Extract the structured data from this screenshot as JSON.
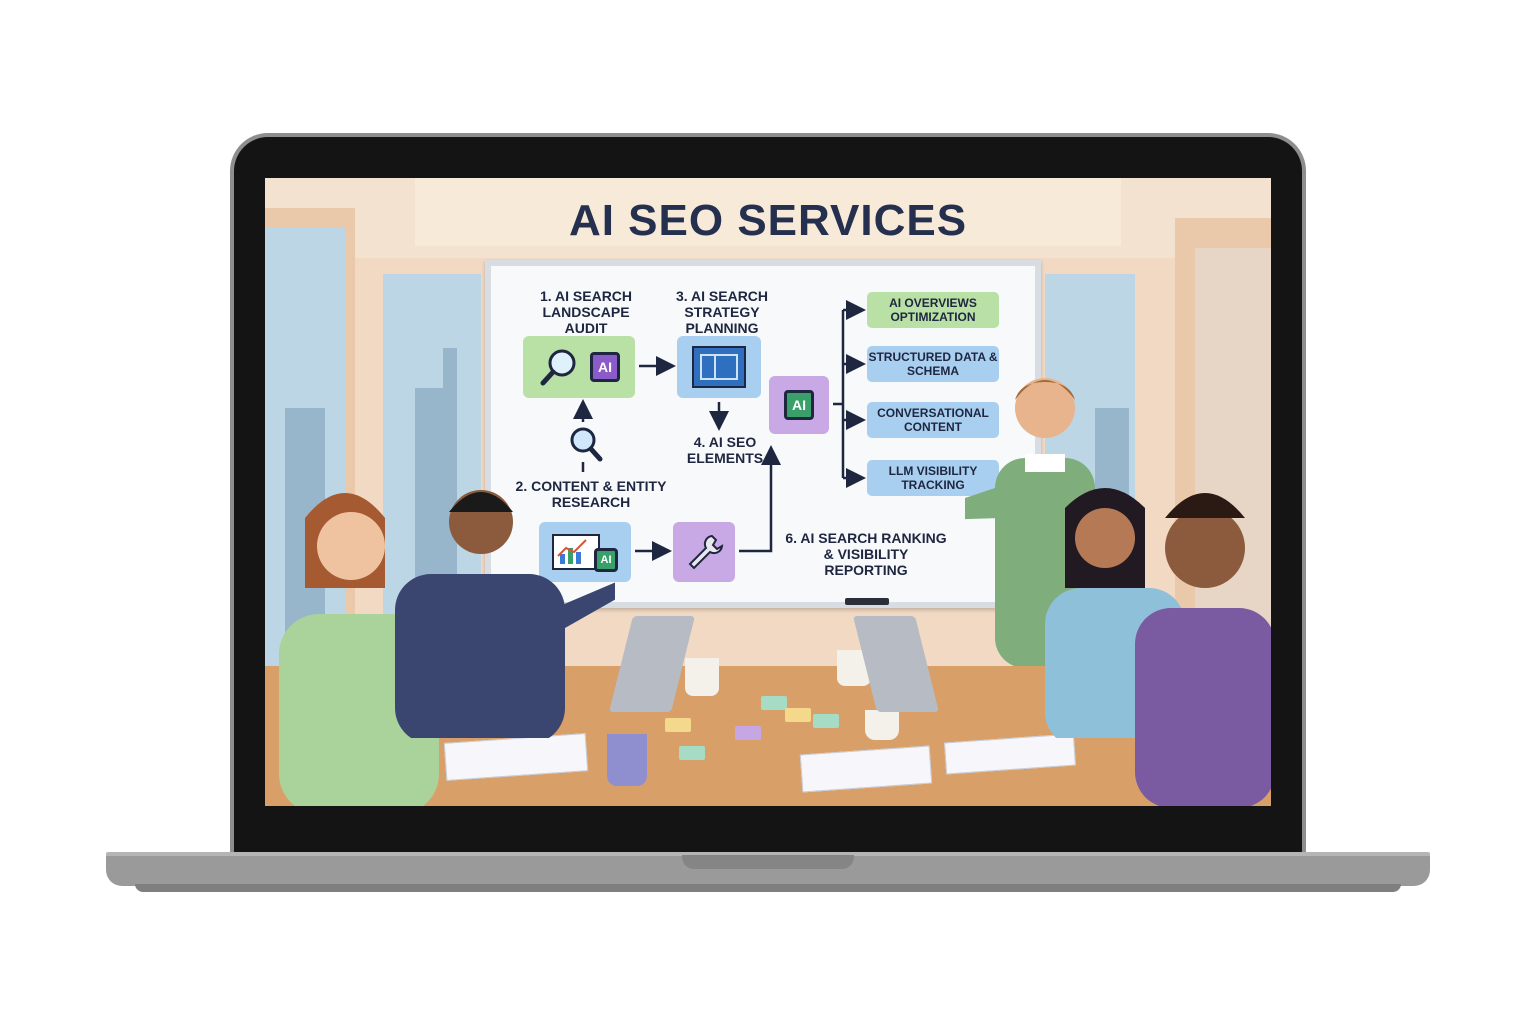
{
  "slide": {
    "title": "AI SEO SERVICES"
  },
  "whiteboard": {
    "steps": {
      "step1": "1. AI SEARCH LANDSCAPE AUDIT",
      "step2": "2. CONTENT & ENTITY RESEARCH",
      "step3": "3. AI SEARCH STRATEGY PLANNING",
      "step4": "4. AI SEO ELEMENTS",
      "step6": "6. AI SEARCH RANKING & VISIBILITY REPORTING"
    },
    "chip_label": "AI",
    "elements": [
      "AI OVERVIEWS OPTIMIZATION",
      "STRUCTURED DATA & SCHEMA",
      "CONVERSATIONAL CONTENT",
      "LLM VISIBILITY TRACKING"
    ]
  },
  "colors": {
    "green_box": "#b9e0a5",
    "blue_box": "#a9cff0",
    "purple_box": "#c9a8e6",
    "title": "#25304f"
  }
}
